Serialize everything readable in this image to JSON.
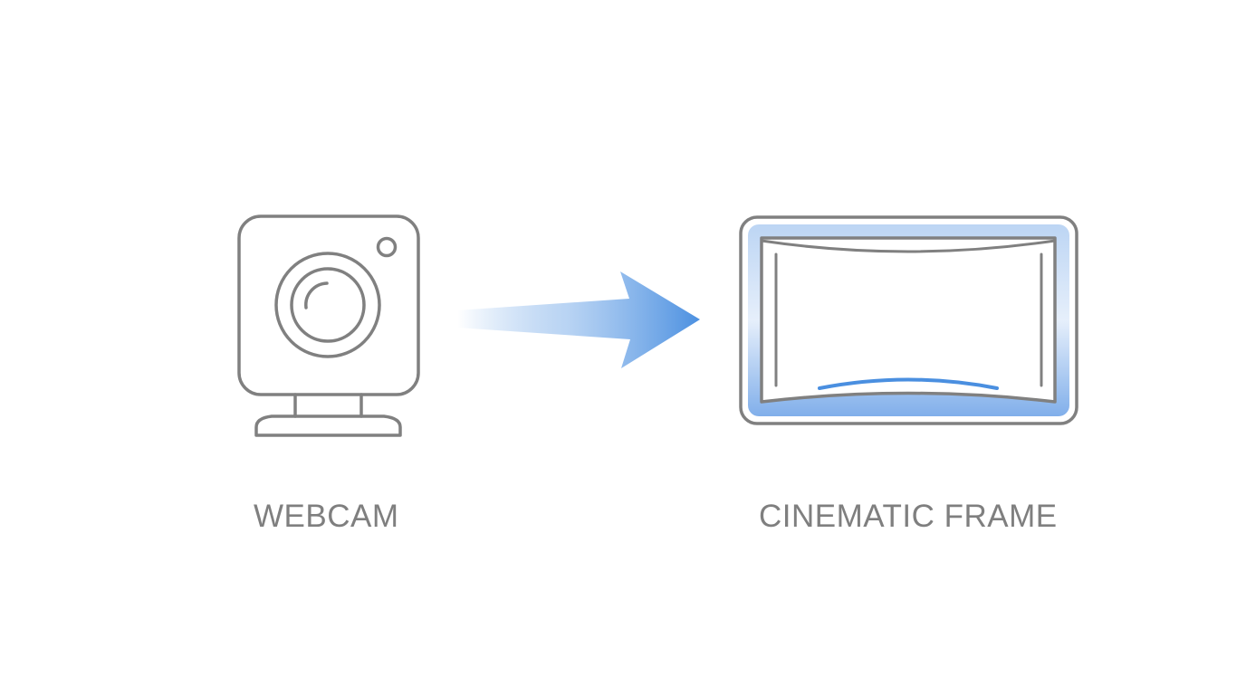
{
  "diagram": {
    "source": {
      "label": "WEBCAM",
      "icon": "webcam-icon"
    },
    "connector": {
      "icon": "right-arrow-icon",
      "direction": "left-to-right"
    },
    "target": {
      "label": "CINEMATIC FRAME",
      "icon": "cinematic-frame-icon"
    }
  },
  "colors": {
    "background": "#ffffff",
    "outline": "#808080",
    "label": "#7f7f7f",
    "accent": "#4a8fe0",
    "accent_light": "#cfe0f6"
  }
}
